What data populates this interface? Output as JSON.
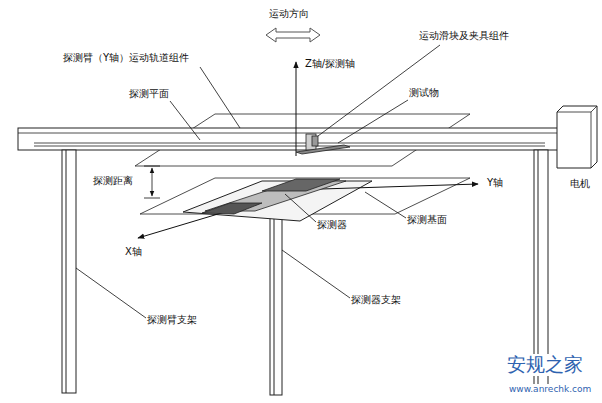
{
  "diagram": {
    "labels": [
      "运动方向",
      "Z轴/探测轴",
      "运动滑块及夹具组件",
      "探测臂（Y轴）运动轨道组件",
      "探测平面",
      "测试物",
      "探测距离",
      "Y轴",
      "电机",
      "X轴",
      "探测器",
      "探测基面",
      "探测臂支架",
      "探测器支架",
      "安规之家",
      "www.anrechk.com"
    ]
  }
}
